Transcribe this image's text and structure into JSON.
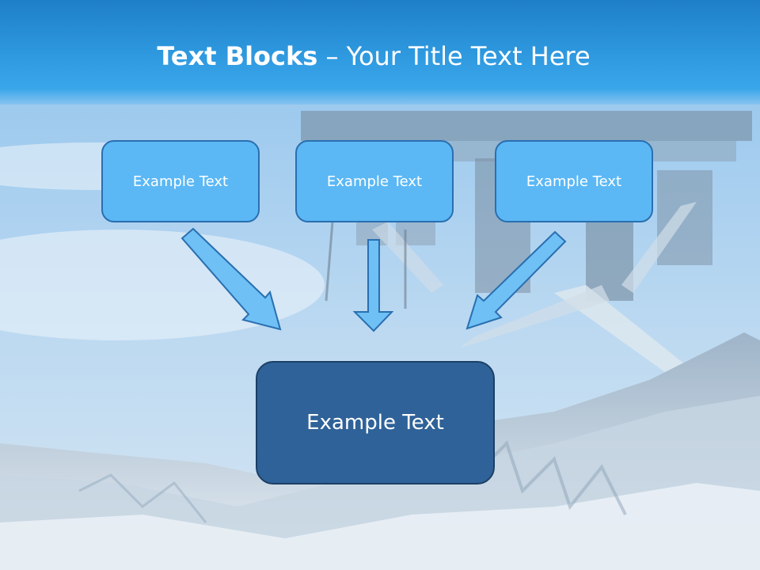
{
  "title": {
    "bold": "Text Blocks",
    "dash": " – ",
    "rest": "Your Title Text Here"
  },
  "blocks": [
    {
      "label": "Example Text"
    },
    {
      "label": "Example Text"
    },
    {
      "label": "Example Text"
    }
  ],
  "target": {
    "label": "Example Text"
  },
  "colors": {
    "title_bar": "#2f9ae0",
    "small_box_fill": "#5bb8f5",
    "small_box_border": "#2a6fb0",
    "target_fill": "#2f6298",
    "arrow_fill": "#6ec0f5",
    "arrow_stroke": "#2a6fb0"
  }
}
